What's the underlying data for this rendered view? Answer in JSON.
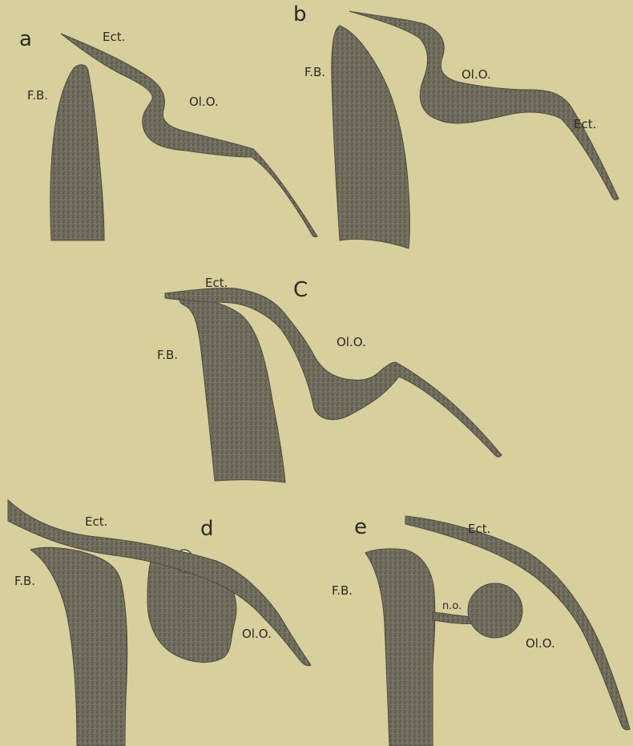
{
  "colors": {
    "paper": "#d8d09c",
    "tissue": "#6f6c5e",
    "ink": "#2a2922"
  },
  "panels": [
    {
      "letter": "a",
      "labels": {
        "ectoderm": "Ect.",
        "forebrain": "F.B.",
        "olfactory": "Ol.O."
      }
    },
    {
      "letter": "b",
      "labels": {
        "ectoderm": "Ect.",
        "forebrain": "F.B.",
        "olfactory": "Ol.O."
      }
    },
    {
      "letter": "C",
      "labels": {
        "ectoderm": "Ect.",
        "forebrain": "F.B.",
        "olfactory": "Ol.O."
      }
    },
    {
      "letter": "d",
      "labels": {
        "ectoderm": "Ect.",
        "forebrain": "F.B.",
        "olfactory": "Ol.O."
      }
    },
    {
      "letter": "e",
      "labels": {
        "ectoderm": "Ect.",
        "forebrain": "F.B.",
        "olfactory": "Ol.O.",
        "nerve": "n.o."
      }
    }
  ]
}
